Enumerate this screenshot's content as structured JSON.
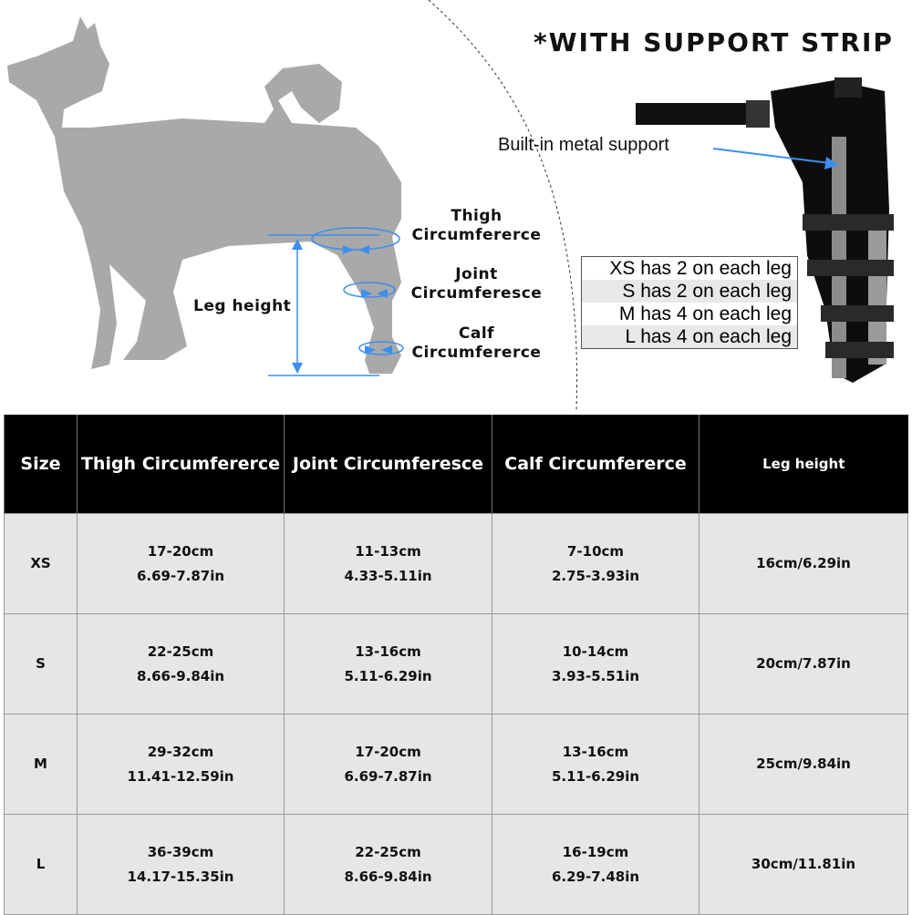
{
  "diagram": {
    "title": "*WITH SUPPORT STRIP",
    "labels": {
      "thigh": [
        "Thigh",
        "Circumfererce"
      ],
      "joint": [
        "Joint",
        "Circumferesce"
      ],
      "calf": [
        "Calf",
        "Circumfererce"
      ],
      "leg_height": "Leg height"
    },
    "metal_support": "Built-in metal support",
    "strip_counts": [
      "XS has 2 on each leg",
      "S has 2 on each leg",
      "M has 4 on each leg",
      "L has 4 on each leg"
    ],
    "accent_color": "#3b8ff0"
  },
  "table": {
    "headers": [
      "Size",
      "Thigh Circumfererce",
      "Joint Circumferesce",
      "Calf Circumfererce",
      "Leg height"
    ],
    "rows": [
      {
        "size": "XS",
        "thigh": [
          "17-20cm",
          "6.69-7.87in"
        ],
        "joint": [
          "11-13cm",
          "4.33-5.11in"
        ],
        "calf": [
          "7-10cm",
          "2.75-3.93in"
        ],
        "leg": "16cm/6.29in"
      },
      {
        "size": "S",
        "thigh": [
          "22-25cm",
          "8.66-9.84in"
        ],
        "joint": [
          "13-16cm",
          "5.11-6.29in"
        ],
        "calf": [
          "10-14cm",
          "3.93-5.51in"
        ],
        "leg": "20cm/7.87in"
      },
      {
        "size": "M",
        "thigh": [
          "29-32cm",
          "11.41-12.59in"
        ],
        "joint": [
          "17-20cm",
          "6.69-7.87in"
        ],
        "calf": [
          "13-16cm",
          "5.11-6.29in"
        ],
        "leg": "25cm/9.84in"
      },
      {
        "size": "L",
        "thigh": [
          "36-39cm",
          "14.17-15.35in"
        ],
        "joint": [
          "22-25cm",
          "8.66-9.84in"
        ],
        "calf": [
          "16-19cm",
          "6.29-7.48in"
        ],
        "leg": "30cm/11.81in"
      }
    ]
  }
}
